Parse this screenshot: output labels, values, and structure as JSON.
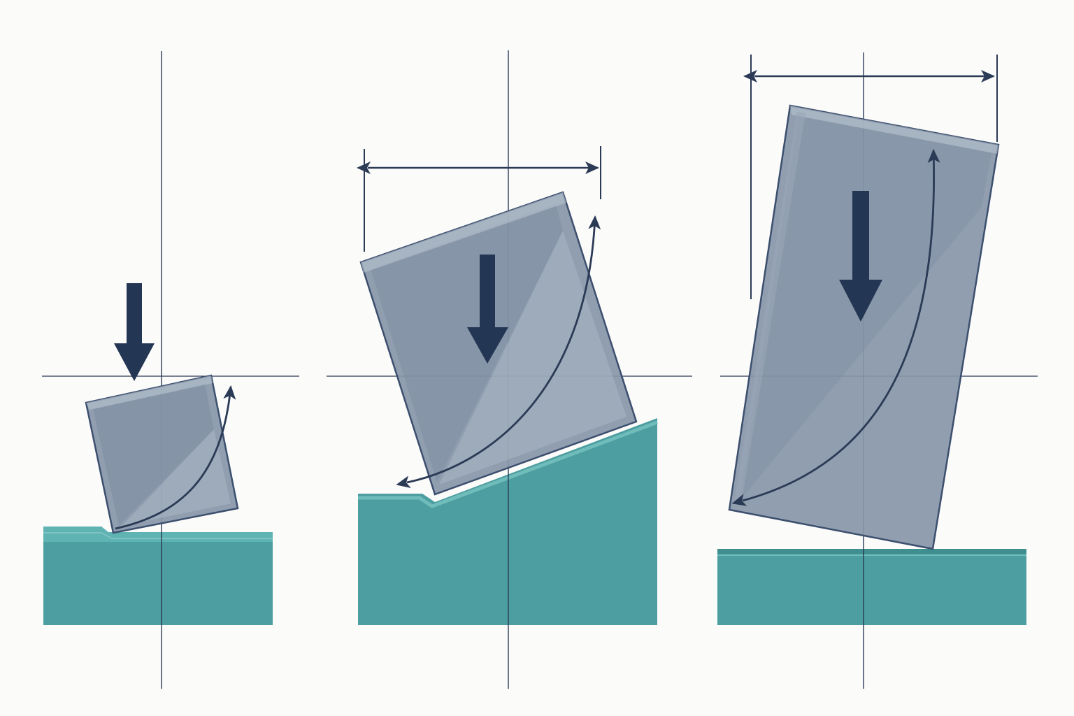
{
  "colors": {
    "background": "#fbfbfa",
    "guide_line": "#2b3a55",
    "ground_fill": "#4c9ea0",
    "ground_highlight": "#5fb3b3",
    "block_fill": "#8796a8",
    "block_stroke": "#3d4f6e",
    "block_sheen": "#a9b6c4",
    "arrow_navy": "#233654",
    "dimension_line": "#2b3a55"
  },
  "icons": {
    "weight": "down-arrow-icon",
    "rotation": "curved-double-arrow-icon",
    "dimension": "double-headed-arrow-icon"
  },
  "panels": [
    {
      "id": "small-block-on-flat-ground",
      "ground": "flat",
      "block": "small-square-tilted",
      "weight_arrow": "outside-block",
      "rotation_arrow": "single-headed",
      "dimension_arrow": false
    },
    {
      "id": "square-block-on-slope",
      "ground": "sloped",
      "block": "large-square-tilted",
      "weight_arrow": "inside-block",
      "rotation_arrow": "double-headed",
      "dimension_arrow": true
    },
    {
      "id": "tall-block-on-flat-ground",
      "ground": "flat",
      "block": "tall-rectangle-tilted",
      "weight_arrow": "inside-block",
      "rotation_arrow": "double-headed",
      "dimension_arrow": true
    }
  ]
}
